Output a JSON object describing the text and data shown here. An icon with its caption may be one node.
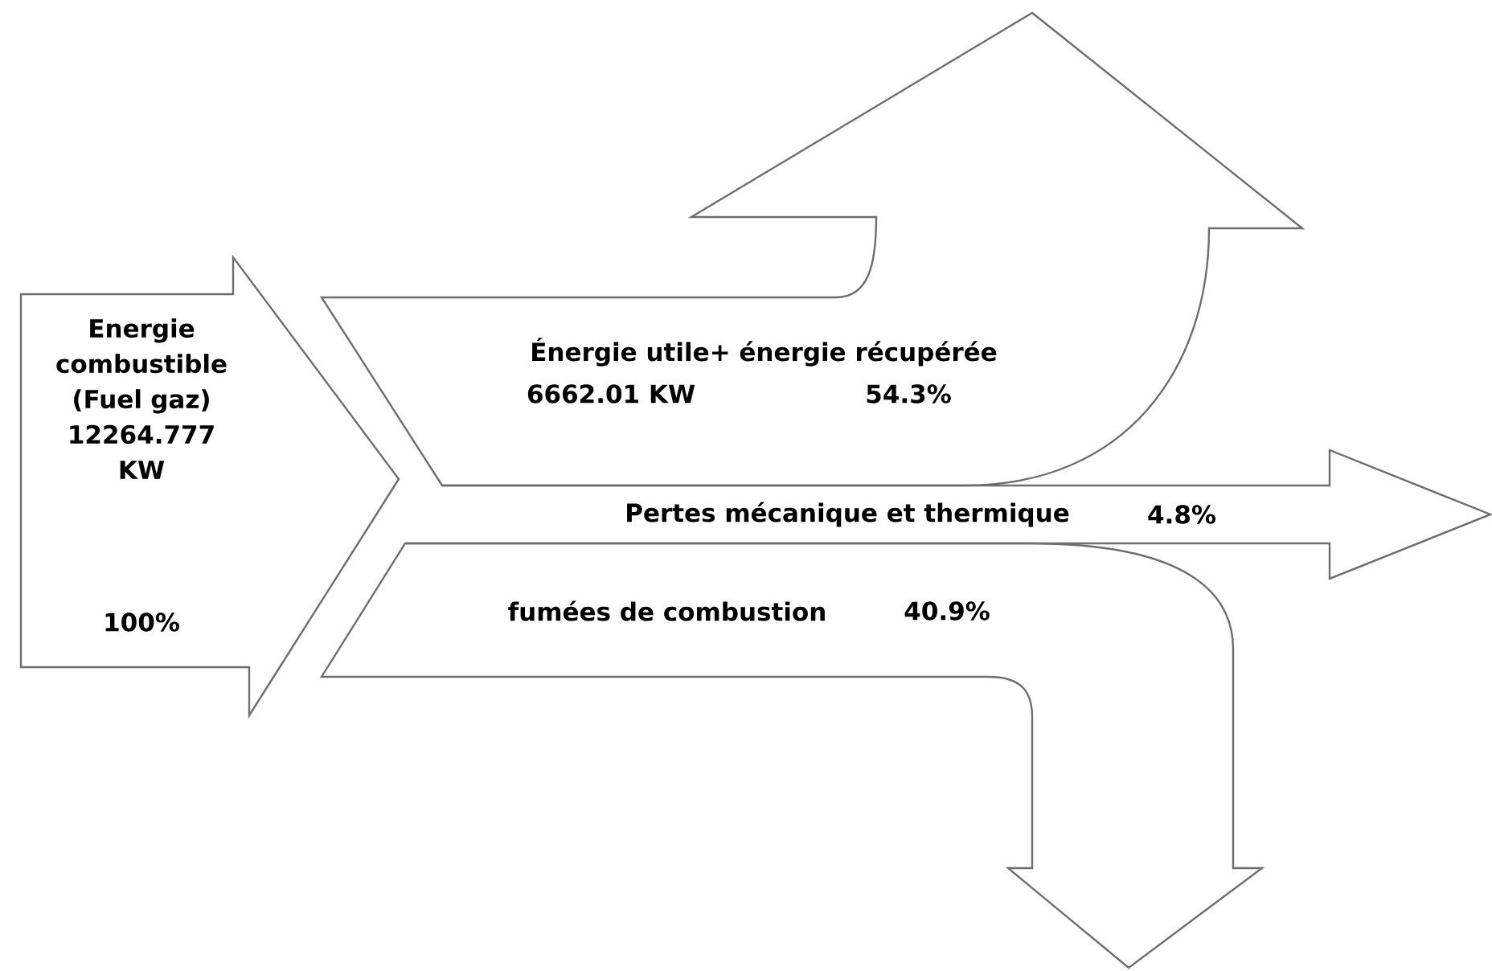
{
  "diagram": {
    "nodes": [
      {
        "text": [
          "Energie combustible (Fuel gaz) 12264.777 KW",
          "100%"
        ]
      },
      {
        "text": [
          "Énergie utile+ énergie récupérée",
          "6662.01 KW",
          "54.3%"
        ]
      },
      {
        "text": [
          "Pertes mécanique et thermique",
          "4.8%"
        ]
      },
      {
        "text": [
          "fumées de combustion",
          "40.9%"
        ]
      }
    ]
  }
}
